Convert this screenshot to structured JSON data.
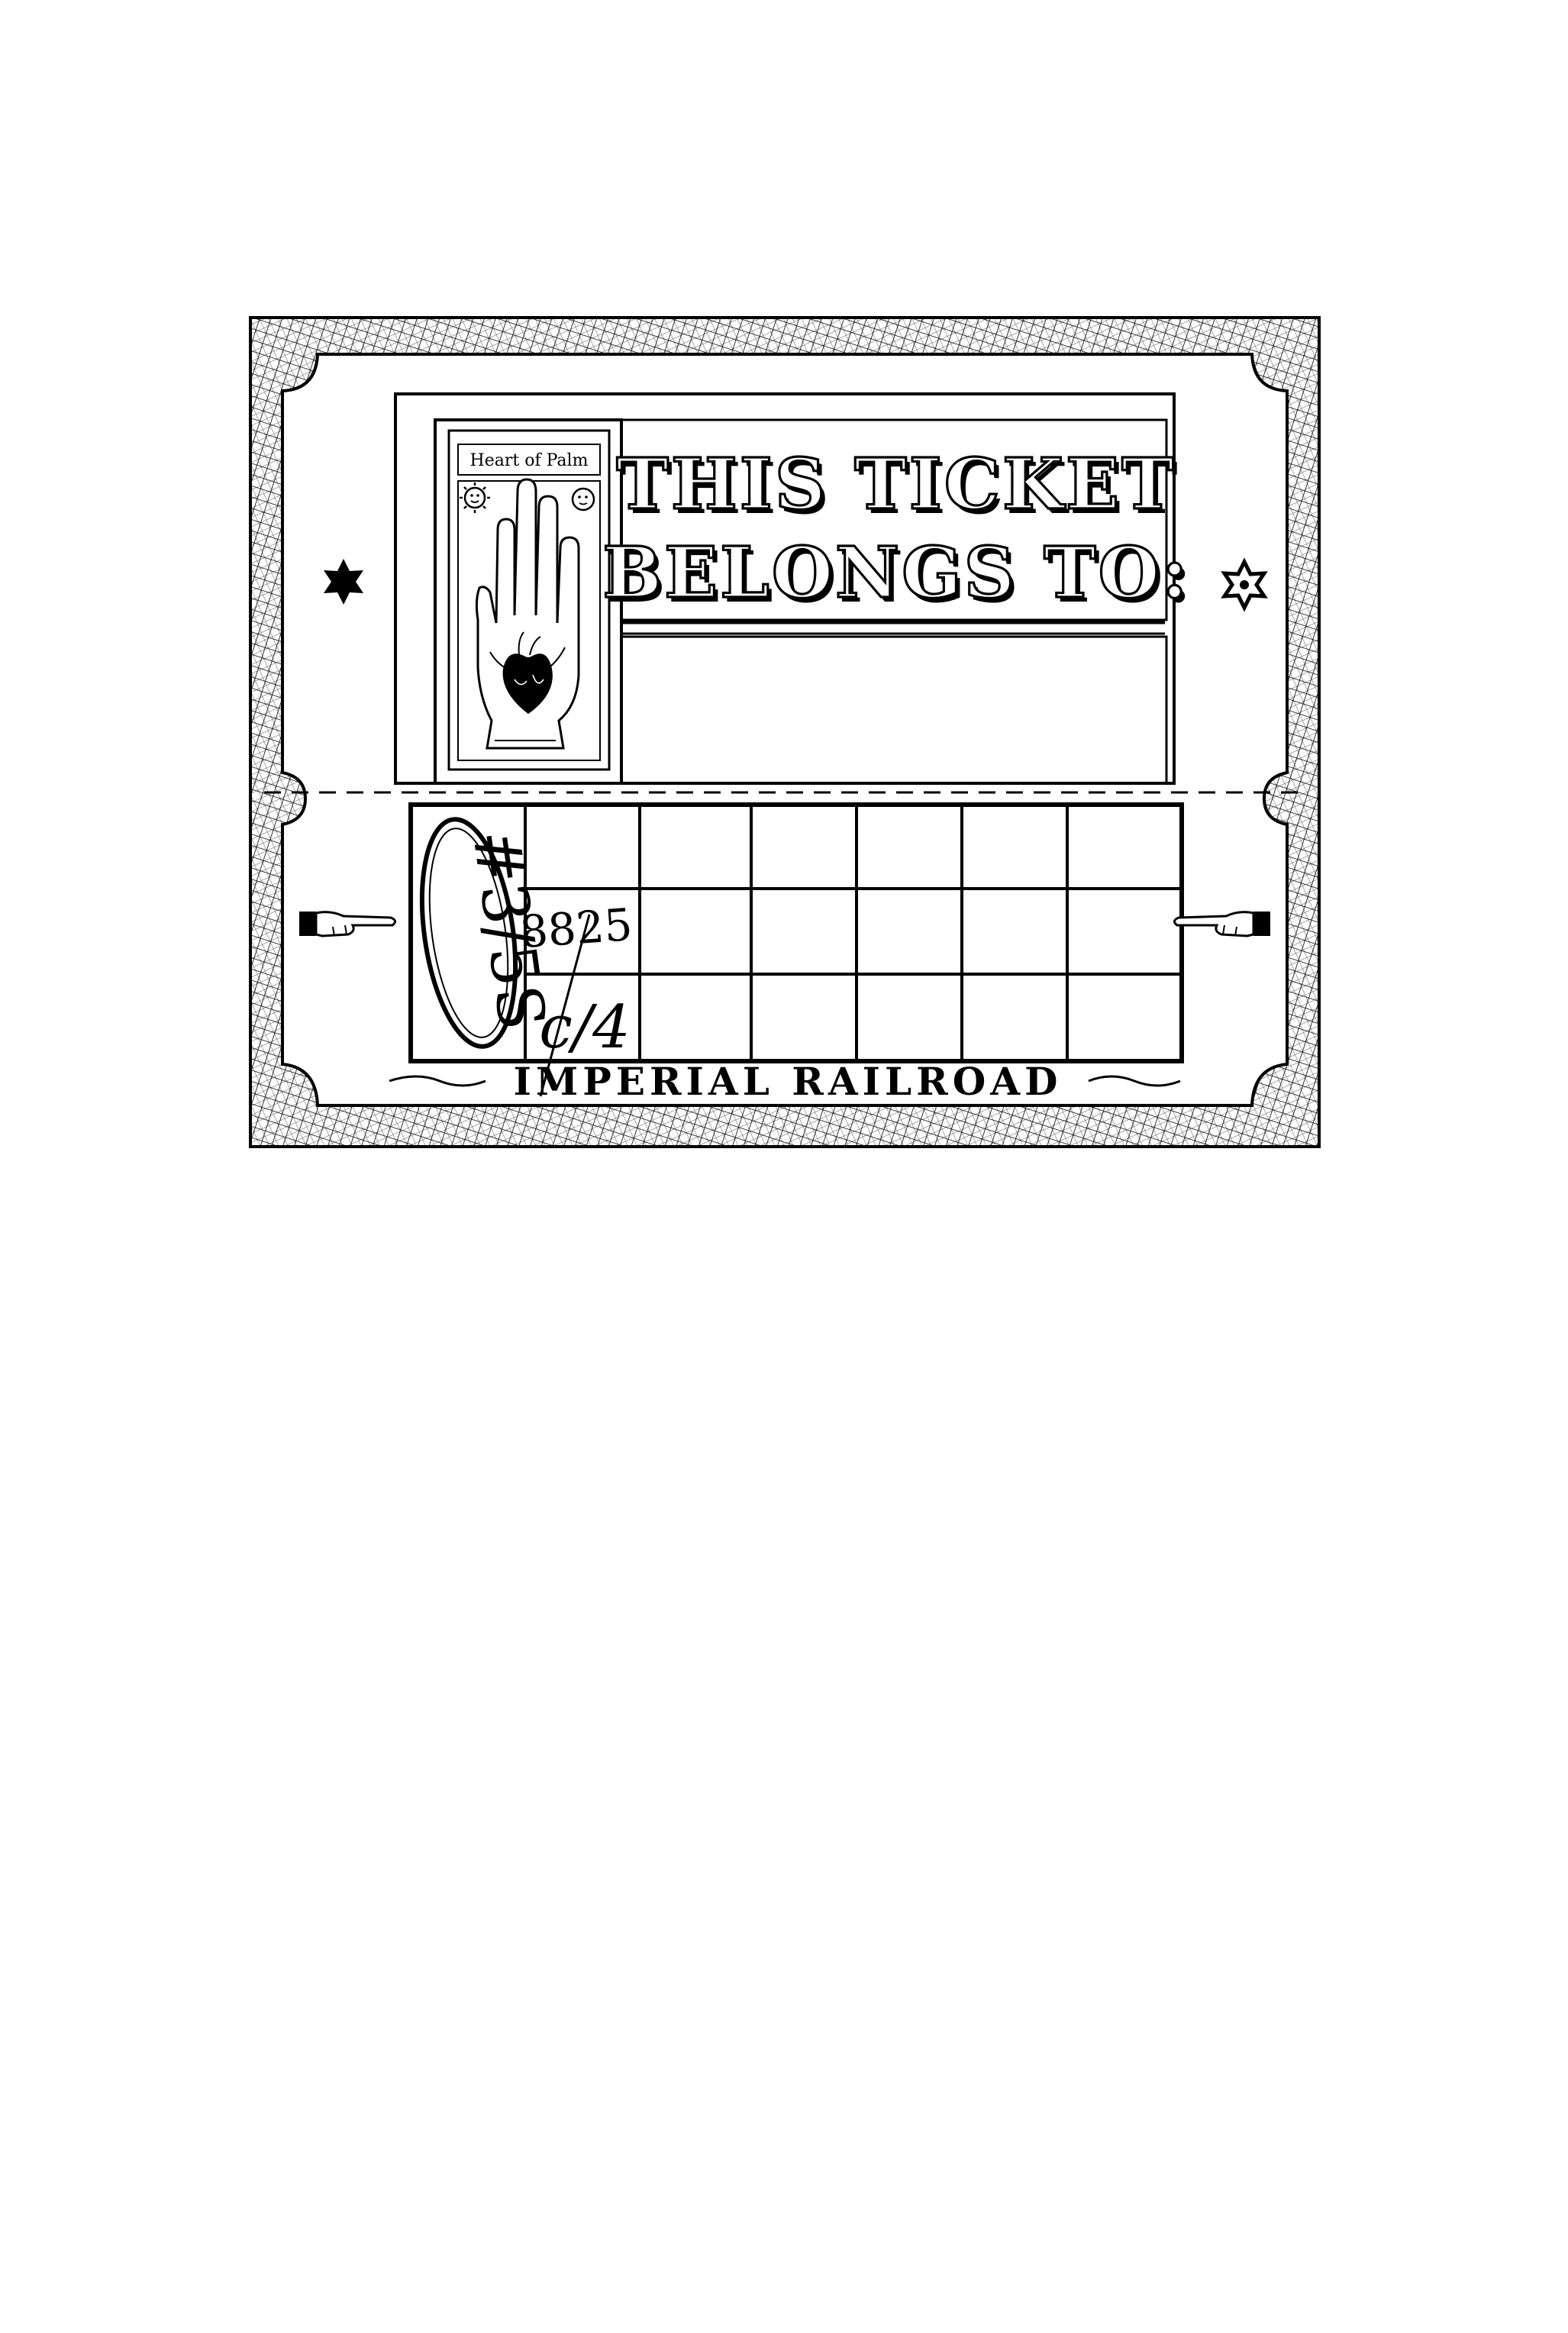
{
  "ticket": {
    "headline_line1": "THIS TICKET",
    "headline_line2": "BELONGS TO:",
    "card_title": "Heart of Palm",
    "stamp": "#3/5S",
    "serial": "8825",
    "note": "c/4",
    "footer": "IMPERIAL RAILROAD"
  },
  "icons": {
    "left_star": "six-pointed-star-solid",
    "right_star": "six-pointed-star-outline",
    "left_hand": "pointing-hand-right",
    "right_hand": "pointing-hand-left",
    "card_sun": "sun-face",
    "card_moon": "moon-face",
    "card_hand": "palm-with-heart"
  },
  "colors": {
    "ink": "#000000",
    "paper": "#ffffff"
  }
}
